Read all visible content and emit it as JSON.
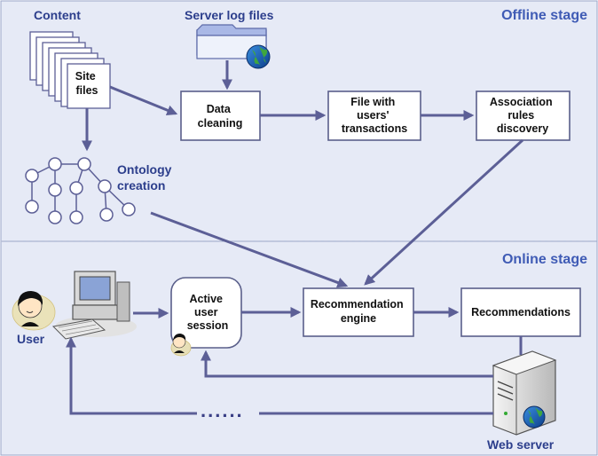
{
  "labels": {
    "content": "Content",
    "server_log_files": "Server log files",
    "offline_stage": "Offline stage",
    "online_stage": "Online stage",
    "site_files": [
      "Site",
      "files"
    ],
    "ontology_creation": [
      "Ontology",
      "creation"
    ],
    "user": "User",
    "web_server": "Web server",
    "dots": "......"
  },
  "boxes": {
    "data_cleaning": [
      "Data",
      "cleaning"
    ],
    "users_transactions": [
      "File with",
      "users'",
      "transactions"
    ],
    "association_rules": [
      "Association",
      "rules",
      "discovery"
    ],
    "active_session": [
      "Active",
      "user",
      "session"
    ],
    "recommendation_engine": [
      "Recommendation",
      "engine"
    ],
    "recommendations": [
      "Recommendations"
    ]
  },
  "colors": {
    "panel_fill": "#e6eaf6",
    "panel_border": "#9aa6c8",
    "arrow": "#5c5f96",
    "label": "#2c3e8c",
    "stage_label": "#3f5bb5"
  }
}
